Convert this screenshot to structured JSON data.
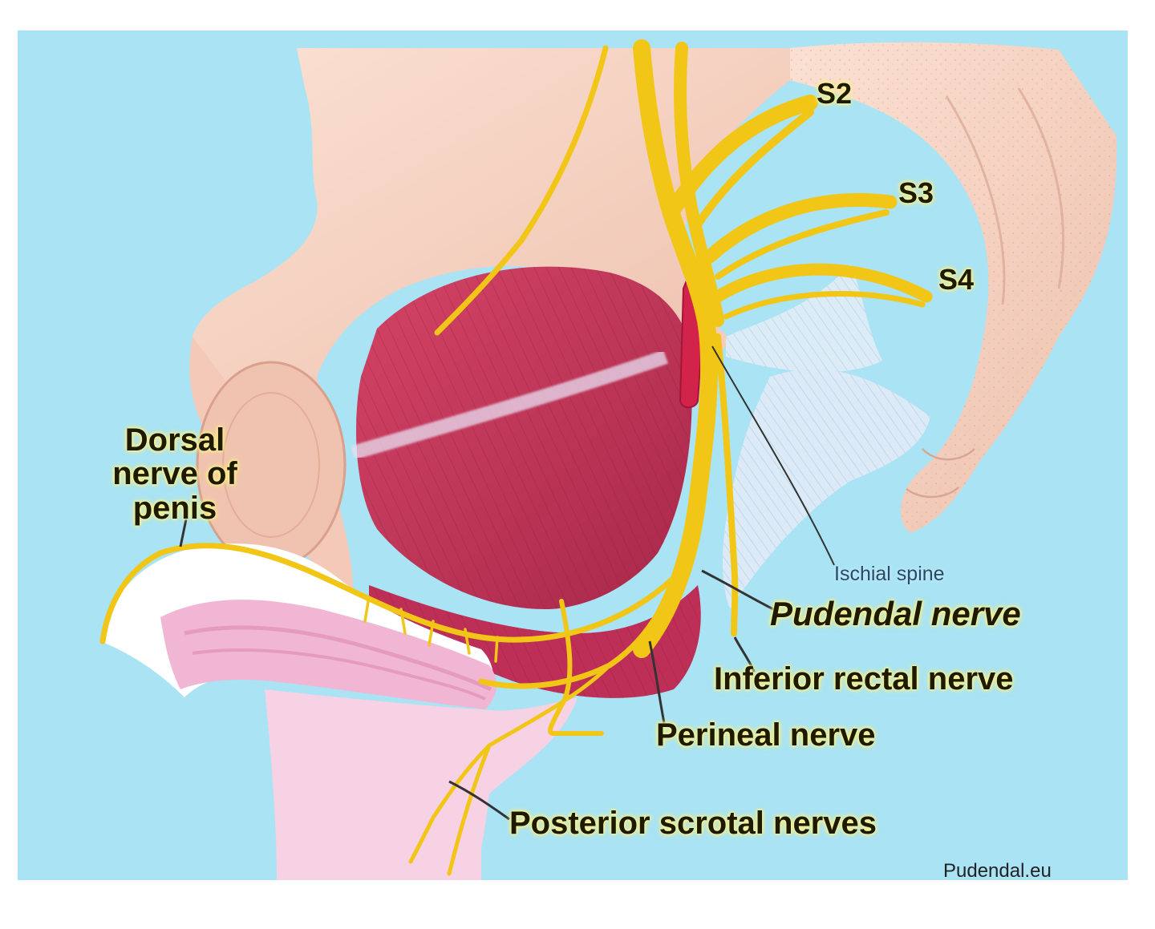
{
  "labels": {
    "s2": "S2",
    "s3": "S3",
    "s4": "S4",
    "dorsal_nerve": "Dorsal nerve of penis",
    "ischial_spine": "Ischial spine",
    "pudendal_nerve": "Pudendal nerve",
    "inferior_rectal_nerve": "Inferior rectal nerve",
    "perineal_nerve": "Perineal nerve",
    "posterior_scrotal_nerves": "Posterior scrotal nerves"
  },
  "credit": "Pudendal.eu",
  "colors": {
    "background": "#a9e3f4",
    "bone": "#f6d3c3",
    "bone_shadow": "#e7b4a3",
    "muscle": "#c63358",
    "muscle_dark": "#a62447",
    "nerve": "#f2c617",
    "ligament": "#dcecf7",
    "skin_pink": "#f1b6d3",
    "vessel": "#d2234a"
  }
}
